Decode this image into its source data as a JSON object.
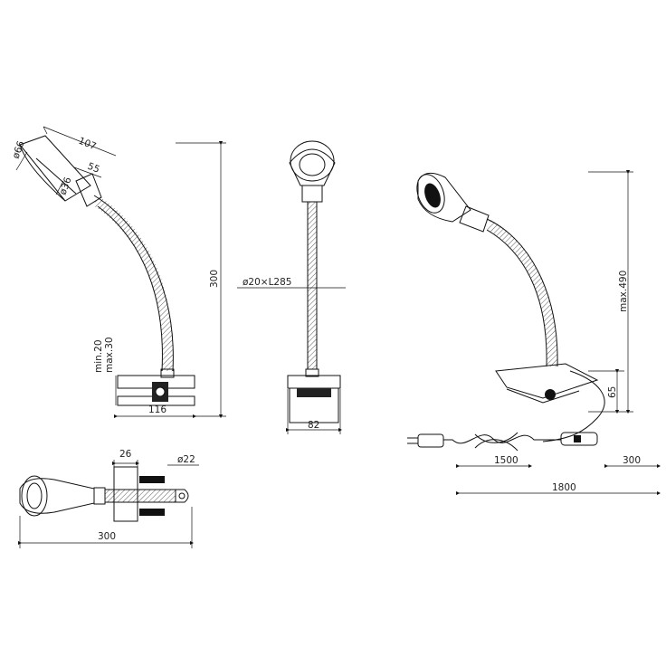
{
  "views": {
    "side": {
      "dims": {
        "shade_len": "107",
        "neck_len": "55",
        "shade_dia": "ø66",
        "neck_dia": "ø36",
        "height": "300",
        "clamp_min": "min.20",
        "clamp_max": "max.30",
        "base_w": "116"
      }
    },
    "front": {
      "dims": {
        "arm": "ø20×L285",
        "base_w": "82"
      }
    },
    "perspective": {
      "dims": {
        "height": "max.490",
        "clamp_h": "65",
        "cable": "1500",
        "switch_cable": "300",
        "total": "1800"
      }
    },
    "top": {
      "dims": {
        "clamp_w": "26",
        "arm_dia": "ø22",
        "length": "300"
      }
    }
  },
  "colors": {
    "line": "#111111",
    "background": "#ffffff"
  }
}
